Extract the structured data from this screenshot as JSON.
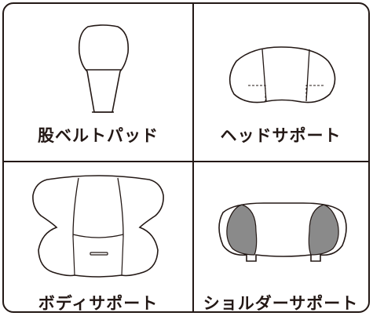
{
  "items": [
    {
      "label": "股ベルトパッド",
      "icon": "crotch-belt-pad-icon"
    },
    {
      "label": "ヘッドサポート",
      "icon": "head-support-icon"
    },
    {
      "label": "ボディサポート",
      "icon": "body-support-icon"
    },
    {
      "label": "ショルダーサポート",
      "icon": "shoulder-support-icon"
    }
  ],
  "colors": {
    "line": "#231815",
    "shade": "#8a8a8a"
  }
}
